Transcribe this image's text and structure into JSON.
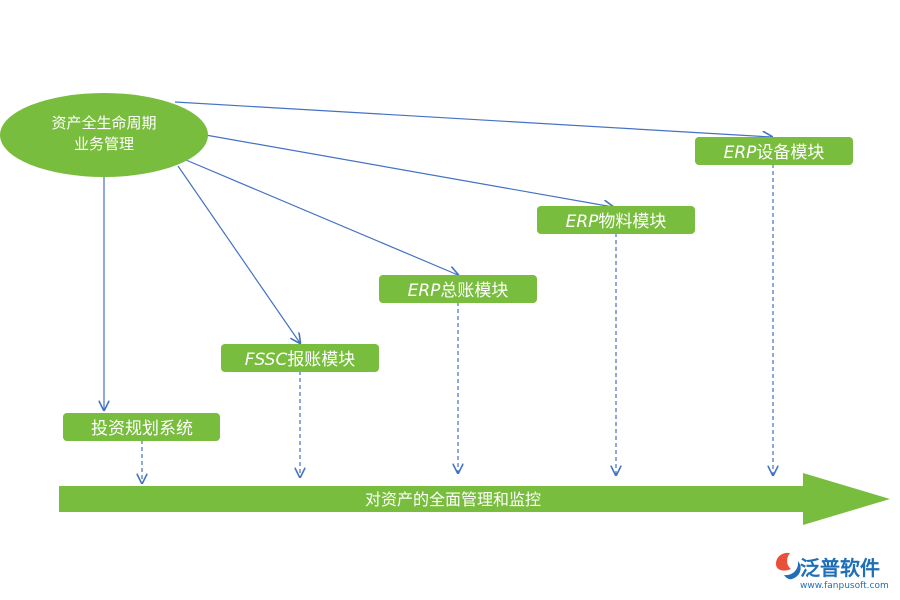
{
  "root": {
    "line1": "资产全生命周期",
    "line2": "业务管理"
  },
  "modules": [
    {
      "id": "invest",
      "label": "投资规划系统"
    },
    {
      "id": "fssc",
      "label_latin": "FSSC",
      "label_cn": "报账模块"
    },
    {
      "id": "gl",
      "label_latin": "ERP",
      "label_cn": "总账模块"
    },
    {
      "id": "material",
      "label_latin": "ERP",
      "label_cn": "物料模块"
    },
    {
      "id": "equipment",
      "label_latin": "ERP",
      "label_cn": "设备模块"
    }
  ],
  "banner": {
    "label": "对资产的全面管理和监控"
  },
  "logo": {
    "name": "泛普软件",
    "url": "www.fanpusoft.com"
  },
  "colors": {
    "green": "#79bd3e",
    "blue": "#4472c4",
    "logo": "#1f6fb8"
  }
}
